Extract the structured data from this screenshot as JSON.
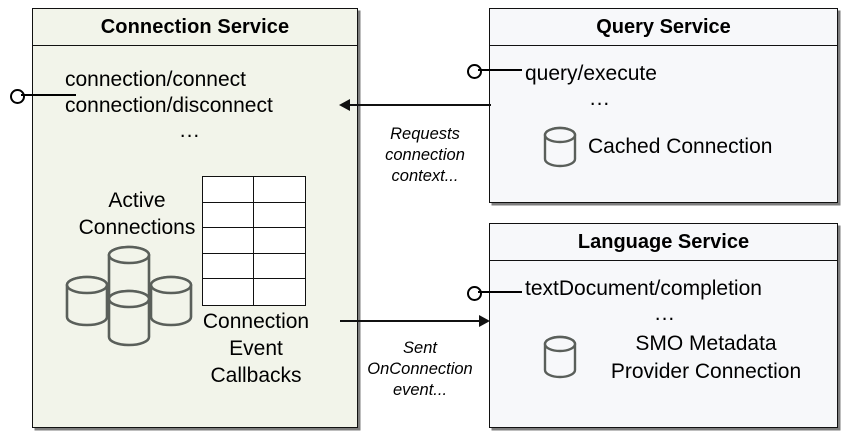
{
  "diagram": {
    "title_hidden": "",
    "colors": {
      "connection_service_fill": "#f2f4ea",
      "service_fill": "#f7f8fa",
      "stroke": "#111111",
      "cylinder_stroke": "#5a5f5a"
    }
  },
  "connection_service": {
    "title": "Connection Service",
    "operations": [
      "connection/connect",
      "connection/disconnect"
    ],
    "ellipsis": "...",
    "active_connections_label_line1": "Active",
    "active_connections_label_line2": "Connections",
    "callbacks_label_line1": "Connection",
    "callbacks_label_line2": "Event",
    "callbacks_label_line3": "Callbacks",
    "table": {
      "columns": 2,
      "rows": 5
    },
    "cylinder_count": 4,
    "interface_icon": "lollipop-interface-icon"
  },
  "query_service": {
    "title": "Query Service",
    "operations": [
      "query/execute"
    ],
    "ellipsis": "...",
    "datastore_label": "Cached Connection",
    "datastore_icon": "database-cylinder-icon",
    "interface_icon": "lollipop-interface-icon"
  },
  "language_service": {
    "title": "Language Service",
    "operations": [
      "textDocument/completion"
    ],
    "ellipsis": "...",
    "datastore_label_line1": "SMO Metadata",
    "datastore_label_line2": "Provider Connection",
    "datastore_icon": "database-cylinder-icon",
    "interface_icon": "lollipop-interface-icon"
  },
  "edges": [
    {
      "id": "query-to-connection",
      "direction": "left",
      "label_lines": [
        "Requests",
        "connection",
        "context..."
      ],
      "from": "Query Service",
      "to": "Connection Service"
    },
    {
      "id": "connection-to-language",
      "direction": "right",
      "label_lines": [
        "Sent",
        "OnConnection",
        "event..."
      ],
      "from": "Connection Service",
      "to": "Language Service"
    }
  ]
}
